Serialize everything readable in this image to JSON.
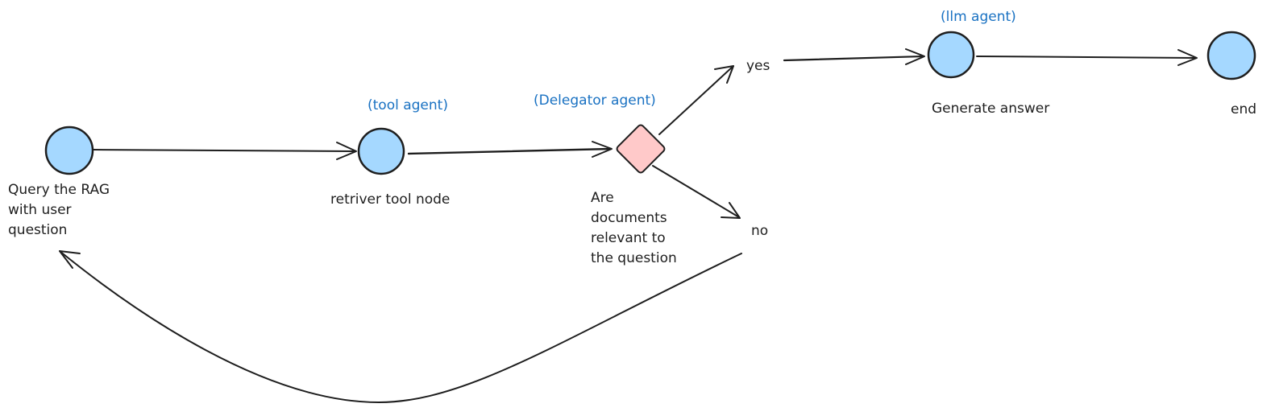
{
  "colors": {
    "node_fill": "#a5d8ff",
    "decision_fill": "#ffc9c9",
    "stroke": "#1e1e1e",
    "annotation": "#1971c2"
  },
  "nodes": {
    "query": {
      "label": "Query the RAG\nwith user\nquestion"
    },
    "retriever": {
      "label": "retriver tool node",
      "annotation": "(tool agent)"
    },
    "decision": {
      "label": "Are\ndocuments\nrelevant to\nthe question",
      "annotation": "(Delegator agent)"
    },
    "generate": {
      "label": "Generate answer",
      "annotation": "(llm agent)"
    },
    "end": {
      "label": "end"
    }
  },
  "edges": {
    "yes": "yes",
    "no": "no"
  }
}
